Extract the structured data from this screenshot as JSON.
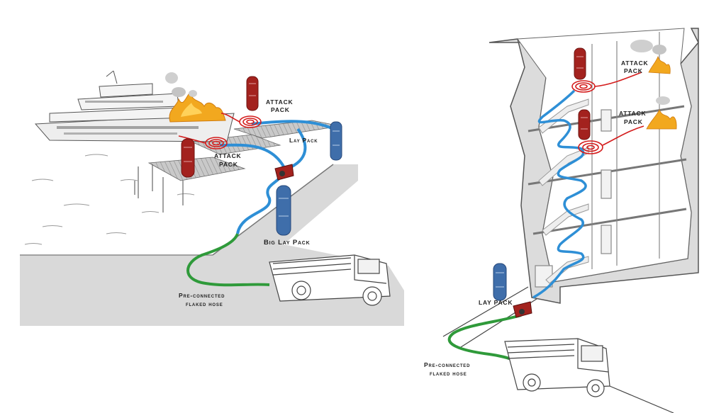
{
  "left_scene": {
    "labels": {
      "attack_pack_top": [
        "ATTACK",
        "PACK"
      ],
      "attack_pack_mid": [
        "ATTACK",
        "PACK"
      ],
      "lay_pack": "Lay Pack",
      "big_lay_pack": "Big Lay Pack",
      "preconnected": [
        "Pre-connected",
        "flaked hose"
      ]
    }
  },
  "right_scene": {
    "labels": {
      "attack_pack_top": [
        "ATTACK",
        "PACK"
      ],
      "attack_pack_mid": [
        "ATTACK",
        "PACK"
      ],
      "lay_pack": "LAY PACK",
      "preconnected": [
        "Pre-connected",
        "flaked hose"
      ]
    }
  },
  "colors": {
    "attack_hose": "#d41c1c",
    "lay_hose": "#2e8fd6",
    "preconnected_hose": "#2f9a3a",
    "pack_red": "#a3221e",
    "pack_blue": "#3f6eaa",
    "fire_orange": "#f2a81f",
    "ground_gray": "#d9d9d9"
  }
}
